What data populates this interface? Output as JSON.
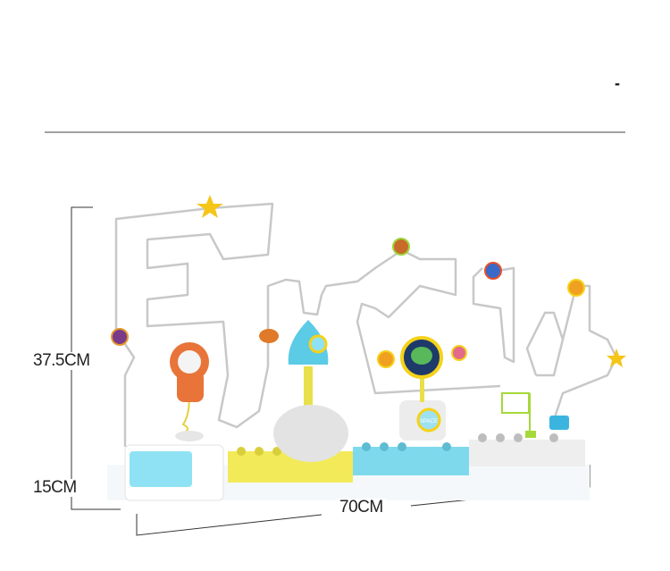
{
  "header": {
    "mark": "-"
  },
  "dimensions": {
    "height_label": "37.5CM",
    "base_height_label": "15CM",
    "width_label": "70CM"
  },
  "product": {
    "badge_text": "SPACE",
    "colors": {
      "wire": "#c8c8c8",
      "yellow_brick": "#f3ea5a",
      "blue_brick": "#7fd9ec",
      "white_brick": "#f2f2f2",
      "astronaut": "#e8743a",
      "rocket": "#5ccbe6",
      "star": "#f5c518"
    }
  }
}
